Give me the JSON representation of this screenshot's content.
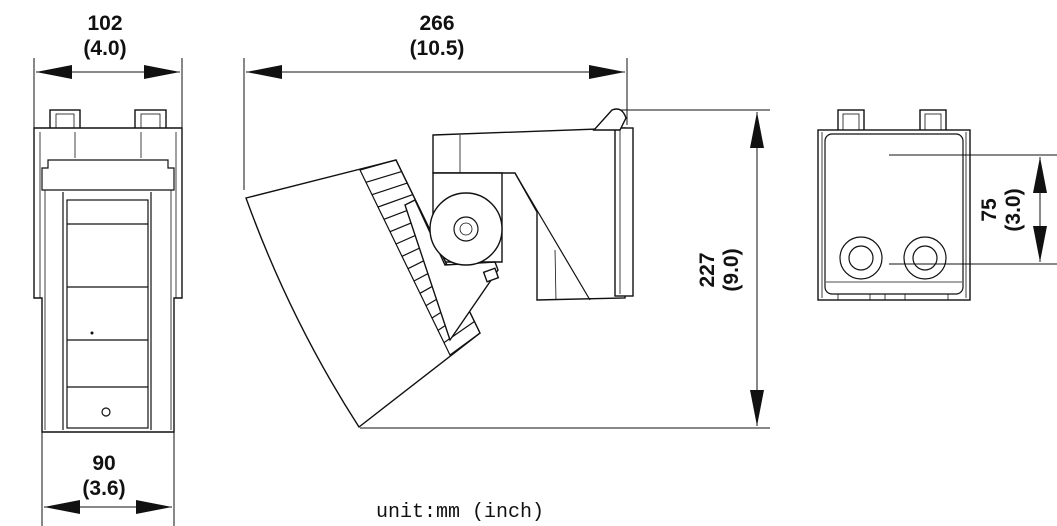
{
  "title": "Product dimension drawing",
  "unit_note": "unit:mm (inch)",
  "front_view": {
    "width_top": {
      "mm": "102",
      "inch": "(4.0)"
    },
    "width_bottom": {
      "mm": "90",
      "inch": "(3.6)"
    }
  },
  "side_view": {
    "depth": {
      "mm": "266",
      "inch": "(10.5)"
    },
    "height": {
      "mm": "227",
      "inch": "(9.0)"
    }
  },
  "rear_view": {
    "hole_pitch": {
      "mm": "75",
      "inch": "(3.0)"
    }
  }
}
